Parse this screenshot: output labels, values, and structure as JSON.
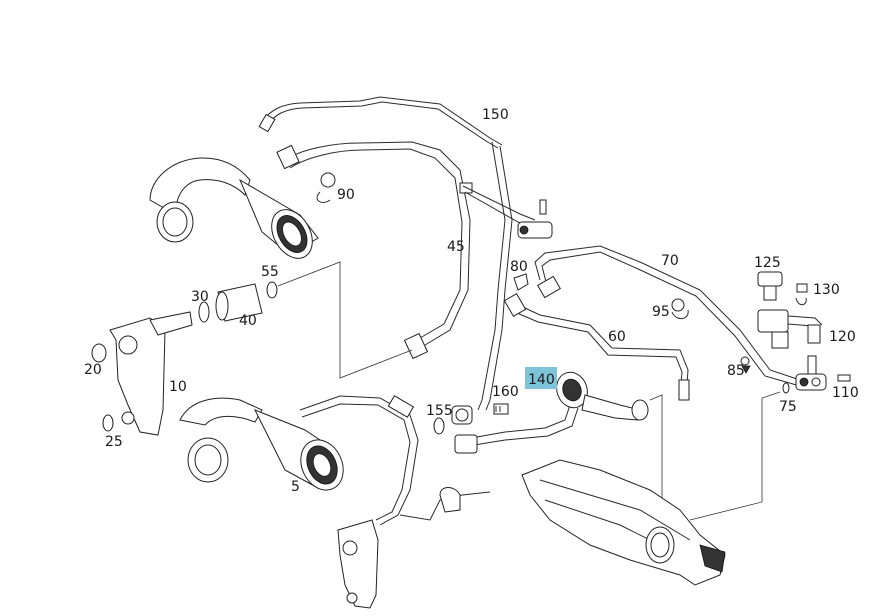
{
  "diagram": {
    "type": "exploded parts diagram",
    "highlight_color": "#7dc4d8",
    "highlighted_part": "140",
    "labels": {
      "p5": "5",
      "p10": "10",
      "p20": "20",
      "p25": "25",
      "p30": "30",
      "p40": "40",
      "p45": "45",
      "p55": "55",
      "p60": "60",
      "p70": "70",
      "p75": "75",
      "p80": "80",
      "p85": "85",
      "p90": "90",
      "p95": "95",
      "p110": "110",
      "p120": "120",
      "p125": "125",
      "p130": "130",
      "p140": "140",
      "p150": "150",
      "p155": "155",
      "p160": "160"
    }
  }
}
